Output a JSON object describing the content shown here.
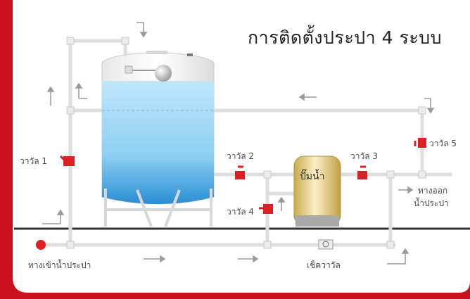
{
  "title": "การติดตั้งประปา 4 ระบบ",
  "labels": {
    "valve1": "วาวัล 1",
    "valve2": "วาวัล 2",
    "valve3": "วาวัล 3",
    "valve4": "วาวัล 4",
    "valve5": "วาวัล 5",
    "pump": "ปั๊มน้ำ",
    "inlet": "ทางเข้าน้ำประปา",
    "outlet_line1": "ทางออก",
    "outlet_line2": "น้ำประปา",
    "check_valve": "เช็ควาวัล"
  },
  "colors": {
    "background": "#c8101c",
    "panel": "#ffffff",
    "pipe": "#e6e6e6",
    "water": "#4aa8dc",
    "valve": "#e01e26",
    "pump_tank": "#e8d18a"
  }
}
